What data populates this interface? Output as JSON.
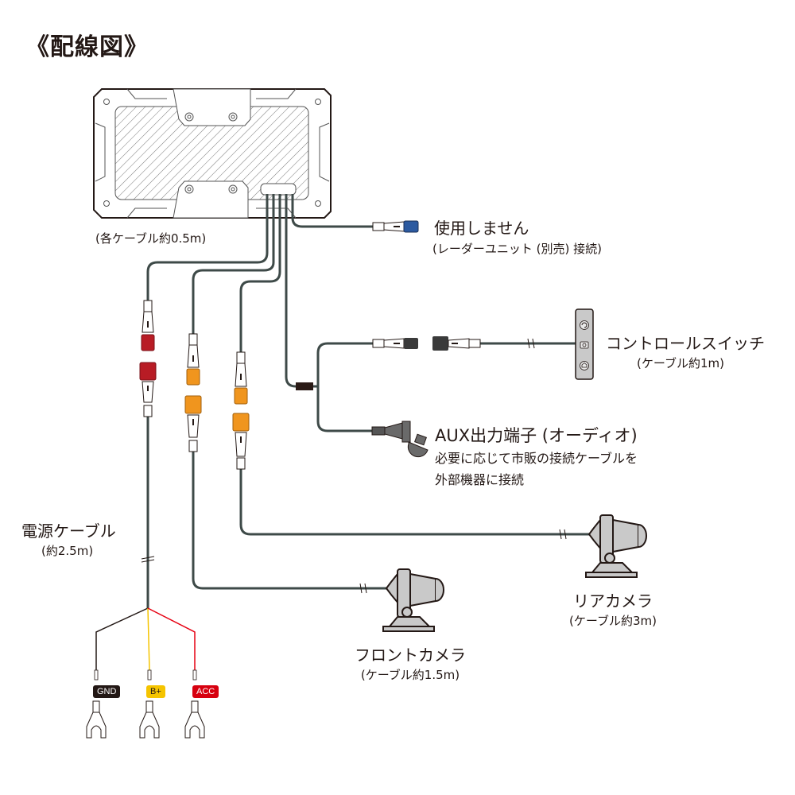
{
  "title": "《配線図》",
  "device": {
    "cable_note": "(各ケーブル約0.5m)"
  },
  "unused": {
    "label": "使用しません",
    "sub": "(レーダーユニット (別売) 接続)"
  },
  "control_switch": {
    "label": "コントロールスイッチ",
    "sub": "(ケーブル約1m)",
    "buttons": [
      "rotate-icon",
      "camera-icon",
      "home-icon"
    ]
  },
  "aux": {
    "label": "AUX出力端子 (オーディオ)",
    "desc_line1": "必要に応じて市販の接続ケーブルを",
    "desc_line2": "外部機器に接続"
  },
  "power_cable": {
    "label": "電源ケーブル",
    "sub": "(約2.5m)",
    "terminals": [
      {
        "label": "GND",
        "color": "#231815",
        "wire": "#231815"
      },
      {
        "label": "B+",
        "color": "#f5c400",
        "wire": "#f5c400",
        "text_color": "#231815"
      },
      {
        "label": "ACC",
        "color": "#d7000f",
        "wire": "#e60012"
      }
    ]
  },
  "front_camera": {
    "label": "フロントカメラ",
    "sub": "(ケーブル約1.5m)"
  },
  "rear_camera": {
    "label": "リアカメラ",
    "sub": "(ケーブル約3m)"
  },
  "colors": {
    "cable": "#3e4a48",
    "connector_red": "#b81c25",
    "connector_orange": "#f0951e",
    "connector_blue": "#2c5aa0",
    "connector_dark": "#3a3a3a",
    "device_outline": "#231815",
    "camera_fill": "#c9c9c9"
  }
}
